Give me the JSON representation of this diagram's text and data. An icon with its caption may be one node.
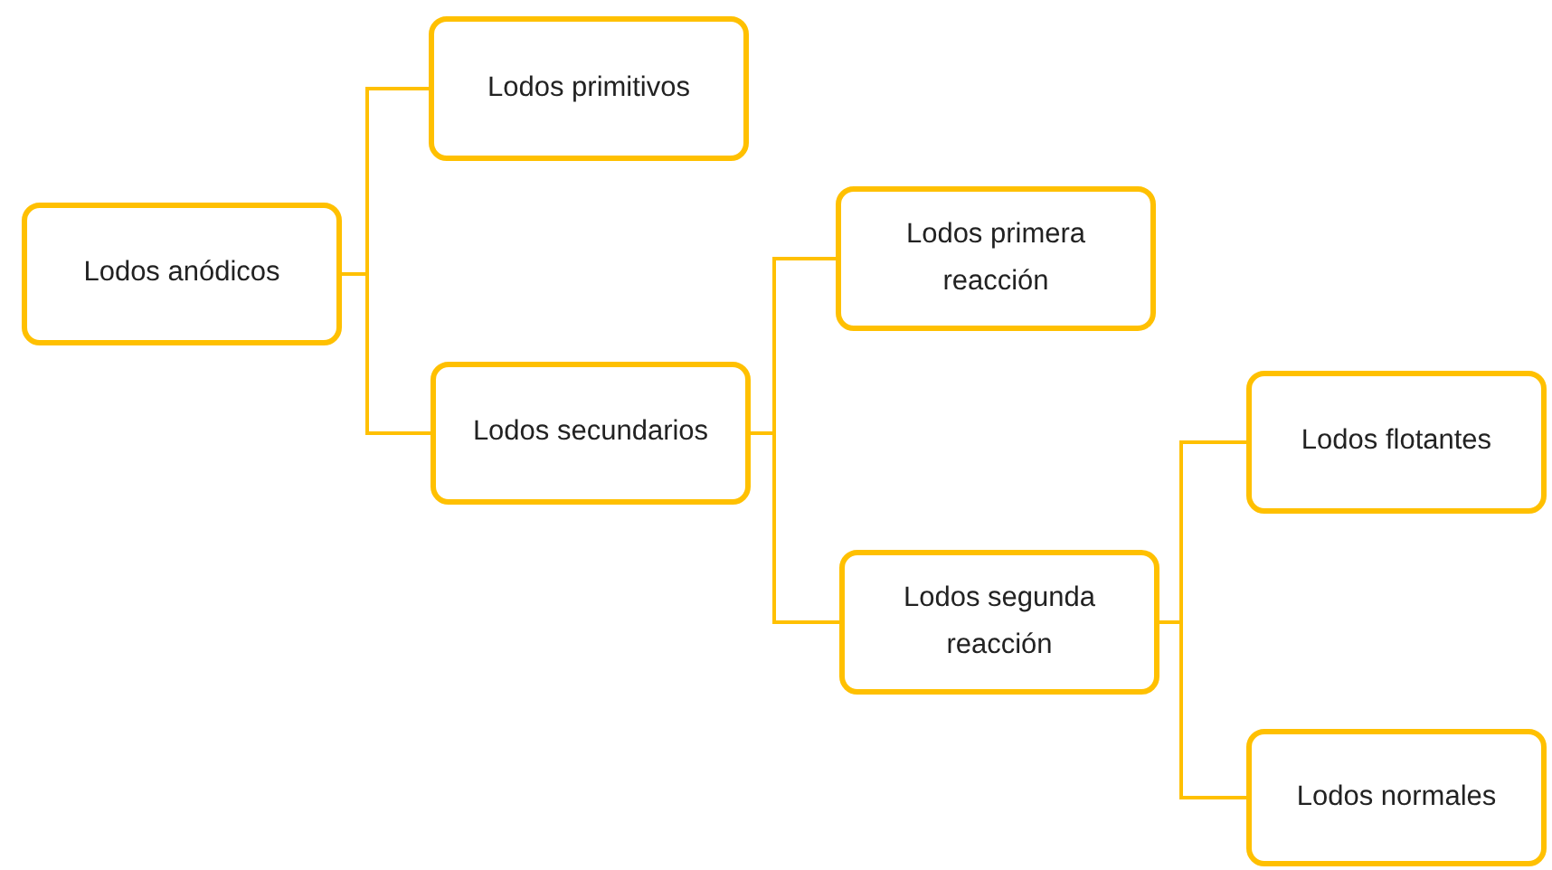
{
  "diagram": {
    "nodes": [
      {
        "text": [
          "Lodos anódicos"
        ]
      },
      {
        "text": [
          "Lodos primitivos"
        ]
      },
      {
        "text": [
          "Lodos secundarios"
        ]
      },
      {
        "text": [
          "Lodos primera reacción"
        ]
      },
      {
        "text": [
          "Lodos segunda reacción"
        ]
      },
      {
        "text": [
          "Lodos flotantes"
        ]
      },
      {
        "text": [
          "Lodos normales"
        ]
      }
    ],
    "edges": [
      {
        "from": 0,
        "to": 1,
        "arrow": "none"
      },
      {
        "from": 0,
        "to": 2,
        "arrow": "none"
      },
      {
        "from": 2,
        "to": 3,
        "arrow": "none"
      },
      {
        "from": 2,
        "to": 4,
        "arrow": "none"
      },
      {
        "from": 4,
        "to": 5,
        "arrow": "none"
      },
      {
        "from": 4,
        "to": 6,
        "arrow": "none"
      }
    ]
  }
}
